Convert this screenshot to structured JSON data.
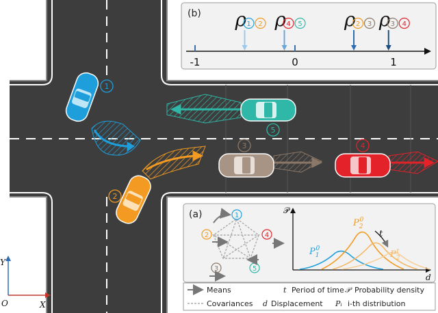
{
  "panel_b": {
    "tag": "(b)",
    "symbol": "ρ",
    "pairs": [
      {
        "a": "1",
        "b": "2",
        "value": -0.5
      },
      {
        "a": "4",
        "b": "5",
        "value": -0.1
      },
      {
        "a": "2",
        "b": "3",
        "value": 0.6
      },
      {
        "a": "3",
        "b": "4",
        "value": 0.95
      }
    ],
    "ticks": [
      "-1",
      "0",
      "1"
    ]
  },
  "vehicles": [
    {
      "id": "1",
      "color": "#1e9fdc"
    },
    {
      "id": "2",
      "color": "#f29a21"
    },
    {
      "id": "3",
      "color": "#8c7868"
    },
    {
      "id": "4",
      "color": "#e3222a"
    },
    {
      "id": "5",
      "color": "#2fb8a8"
    }
  ],
  "panel_a": {
    "tag": "(a)",
    "y_symbol": "𝒫",
    "x_symbol": "𝑑",
    "t_symbol": "𝑡",
    "dist_labels": {
      "p1": {
        "base": "P",
        "sub": "1",
        "sup": "0"
      },
      "p2": {
        "base": "P",
        "sub": "2",
        "sup": "0"
      },
      "p2t": {
        "base": "P",
        "sub": "2",
        "sup": "t"
      }
    },
    "legend": [
      {
        "symbol": "",
        "text": "Means"
      },
      {
        "symbol": "t",
        "text": "Period of time"
      },
      {
        "symbol": "𝒫",
        "text": "Probability density"
      },
      {
        "symbol": "",
        "text": "Covariances"
      },
      {
        "symbol": "d",
        "text": "Displacement"
      },
      {
        "symbol": "Pᵢ",
        "text": "i-th distribution"
      }
    ]
  },
  "axes": {
    "origin": "O",
    "x": "X",
    "y": "Y"
  },
  "colors": {
    "road": "#3d3d3d",
    "panel": "#f2f2f2",
    "blue": "#1e9fdc",
    "orange": "#f29a21",
    "brown": "#8c7868",
    "red": "#e3222a",
    "teal": "#2fb8a8"
  }
}
